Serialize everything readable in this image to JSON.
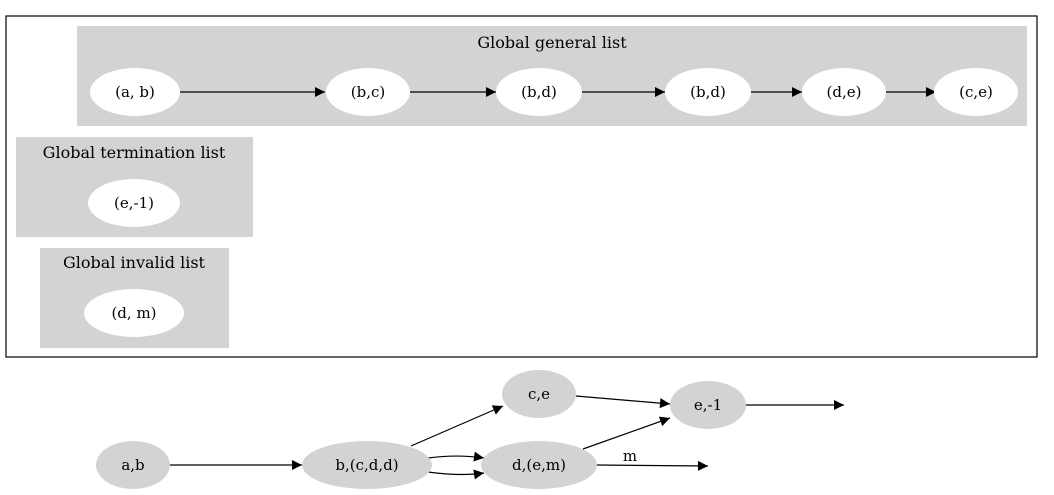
{
  "colors": {
    "cluster_fill": "#d3d3d3",
    "node_white": "#ffffff",
    "node_gray": "#d3d3d3",
    "edge": "#000000",
    "frame": "#000000"
  },
  "top_panel": {
    "general_list": {
      "title": "Global general list",
      "items": [
        "(a, b)",
        "(b,c)",
        "(b,d)",
        "(b,d)",
        "(d,e)",
        "(c,e)"
      ]
    },
    "termination_list": {
      "title": "Global termination list",
      "items": [
        "(e,-1)"
      ]
    },
    "invalid_list": {
      "title": "Global invalid list",
      "items": [
        "(d, m)"
      ]
    }
  },
  "graph": {
    "nodes": {
      "ab": "a,b",
      "bcdd": "b,(c,d,d)",
      "ce": "c,e",
      "dem": "d,(e,m)",
      "em1": "e,-1"
    },
    "edge_labels": {
      "dem_m": "m"
    }
  }
}
